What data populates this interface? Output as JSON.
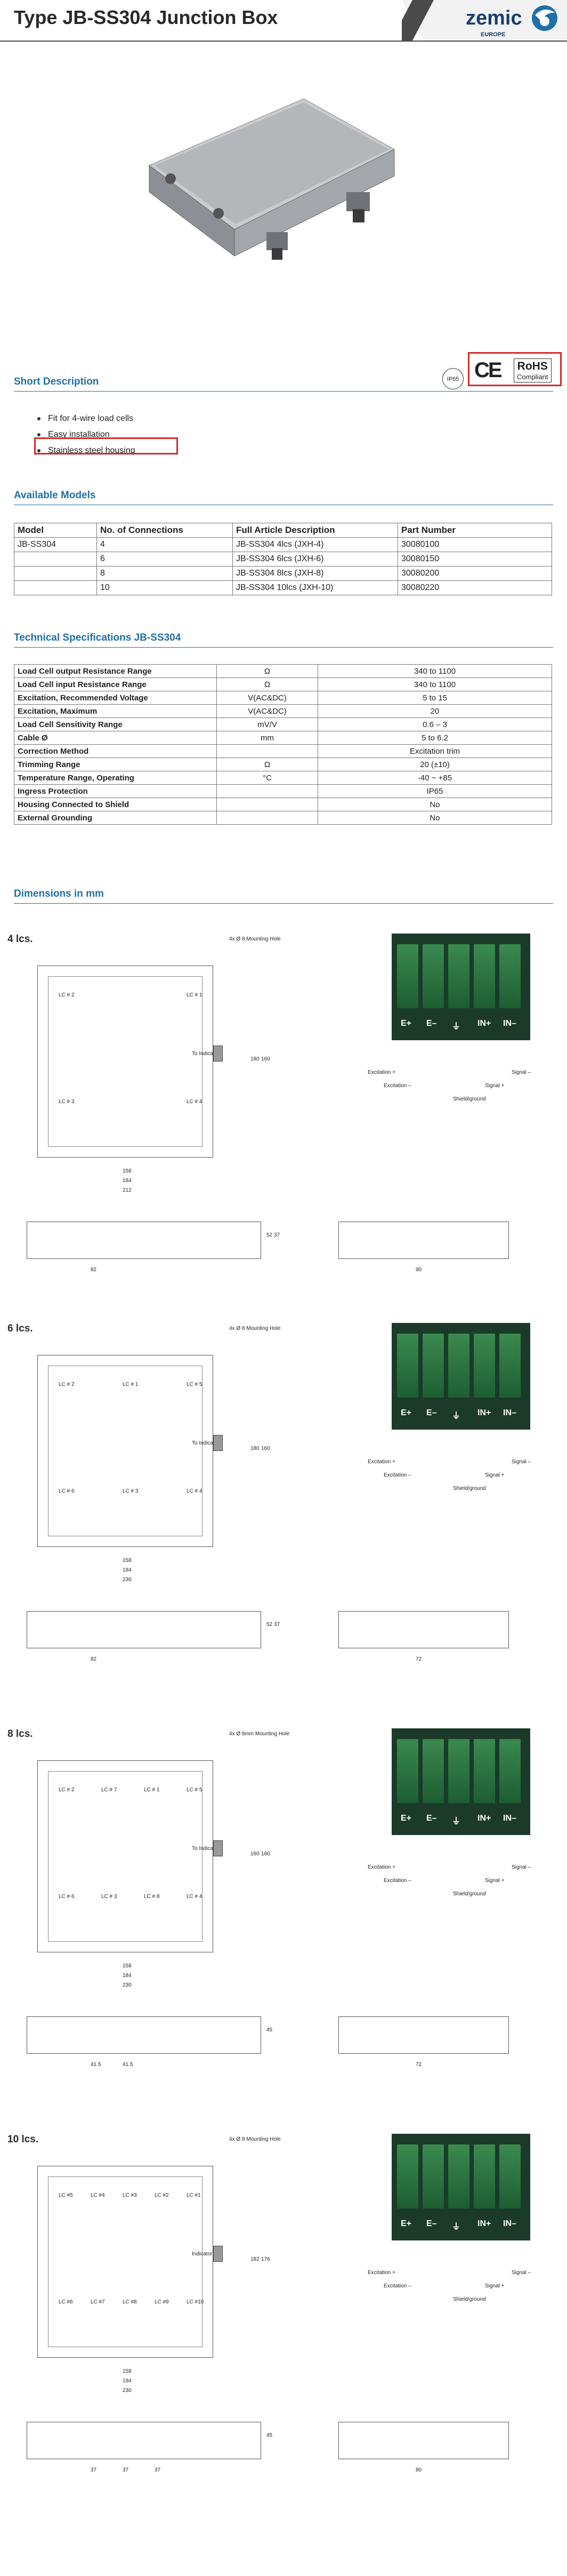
{
  "header": {
    "title": "Type JB-SS304 Junction Box",
    "brand": "zemic",
    "brand_sub": "EUROPE"
  },
  "badges": {
    "ip": "IP65",
    "ce": "CE",
    "rohs": "RoHS",
    "rohs_sub": "Compliant"
  },
  "short_description": {
    "heading": "Short Description",
    "bullets": [
      "Fit for 4-wire load cells",
      "Easy installation",
      "Stainless steel housing"
    ]
  },
  "models": {
    "heading": "Available Models",
    "columns": [
      "Model",
      "No. of Connections",
      "Full Article Description",
      "Part Number"
    ],
    "rows": [
      [
        "JB-SS304",
        "4",
        "JB-SS304 4lcs (JXH-4)",
        "30080100"
      ],
      [
        "",
        "6",
        "JB-SS304 6lcs (JXH-6)",
        "30080150"
      ],
      [
        "",
        "8",
        "JB-SS304 8lcs (JXH-8)",
        "30080200"
      ],
      [
        "",
        "10",
        "JB-SS304 10lcs (JXH-10)",
        "30080220"
      ]
    ]
  },
  "specs": {
    "heading": "Technical Specifications JB-SS304",
    "rows": [
      [
        "Load Cell output Resistance Range",
        "Ω",
        "340 to 1100"
      ],
      [
        "Load Cell input Resistance Range",
        "Ω",
        "340 to 1100"
      ],
      [
        "Excitation, Recommended Voltage",
        "V(AC&DC)",
        "5 to 15"
      ],
      [
        "Excitation, Maximum",
        "V(AC&DC)",
        "20"
      ],
      [
        "Load Cell Sensitivity Range",
        "mV/V",
        "0.6 – 3"
      ],
      [
        "Cable Ø",
        "mm",
        "5 to 6.2"
      ],
      [
        "Correction Method",
        "",
        "Excitation trim"
      ],
      [
        "Trimming Range",
        "Ω",
        "20 (±10)"
      ],
      [
        "Temperature Range, Operating",
        "°C",
        "-40 ~ +85"
      ],
      [
        "Ingress Protection",
        "",
        "IP65"
      ],
      [
        "Housing Connected to Shield",
        "",
        "No"
      ],
      [
        "External Grounding",
        "",
        "No"
      ]
    ]
  },
  "dimensions": {
    "heading": "Dimensions in mm",
    "terminal_labels": [
      "E+",
      "E–",
      "⏚",
      "IN+",
      "IN–"
    ],
    "callouts": [
      "Excitation +",
      "Excitation –",
      "Shield/ground",
      "Signal +",
      "Signal –"
    ],
    "sections": [
      {
        "title": "4 lcs.",
        "hole": "4x Ø 8 Mounting Hole",
        "indicator": "To Indicator",
        "lcs": [
          "LC # 2",
          "LC # 1",
          "LC # 3",
          "LC # 4"
        ],
        "dims": [
          "158",
          "184",
          "212"
        ],
        "side": [
          "180",
          "160"
        ],
        "bottom_dims": [
          "82"
        ],
        "end_dims": [
          "90"
        ],
        "heights": [
          "52",
          "37"
        ]
      },
      {
        "title": "6 lcs.",
        "hole": "4x Ø 8 Mounting Hole",
        "indicator": "To Indicator",
        "lcs": [
          "LC # 2",
          "LC # 1",
          "LC # 5",
          "LC # 6",
          "LC # 3",
          "LC # 4"
        ],
        "dims": [
          "158",
          "184",
          "230"
        ],
        "side": [
          "180",
          "160"
        ],
        "bottom_dims": [
          "82"
        ],
        "end_dims": [
          "72"
        ],
        "heights": [
          "52",
          "37"
        ]
      },
      {
        "title": "8 lcs.",
        "hole": "4x Ø 8mm Mounting Hole",
        "indicator": "To Indicator",
        "lcs": [
          "LC # 2",
          "LC # 7",
          "LC # 1",
          "LC # 5",
          "LC # 6",
          "LC # 3",
          "LC # 8",
          "LC # 4"
        ],
        "dims": [
          "158",
          "184",
          "230"
        ],
        "side": [
          "160",
          "180"
        ],
        "bottom_dims": [
          "41.5",
          "41.5"
        ],
        "end_dims": [
          "72"
        ],
        "heights": [
          "45"
        ]
      },
      {
        "title": "10 lcs.",
        "hole": "4x Ø 8 Mounting Hole",
        "indicator": "Indicator",
        "lcs": [
          "LC #5",
          "LC #4",
          "LC #3",
          "LC #2",
          "LC #1",
          "LC #6",
          "LC #7",
          "LC #8",
          "LC #9",
          "LC #10"
        ],
        "dims": [
          "158",
          "194",
          "230"
        ],
        "side": [
          "182",
          "176"
        ],
        "bottom_dims": [
          "37",
          "37",
          "37"
        ],
        "end_dims": [
          "80"
        ],
        "heights": [
          "45"
        ]
      }
    ]
  },
  "colors": {
    "accent": "#1f6fa8",
    "highlight": "#d62a2a",
    "terminal": "#2e7a45"
  }
}
